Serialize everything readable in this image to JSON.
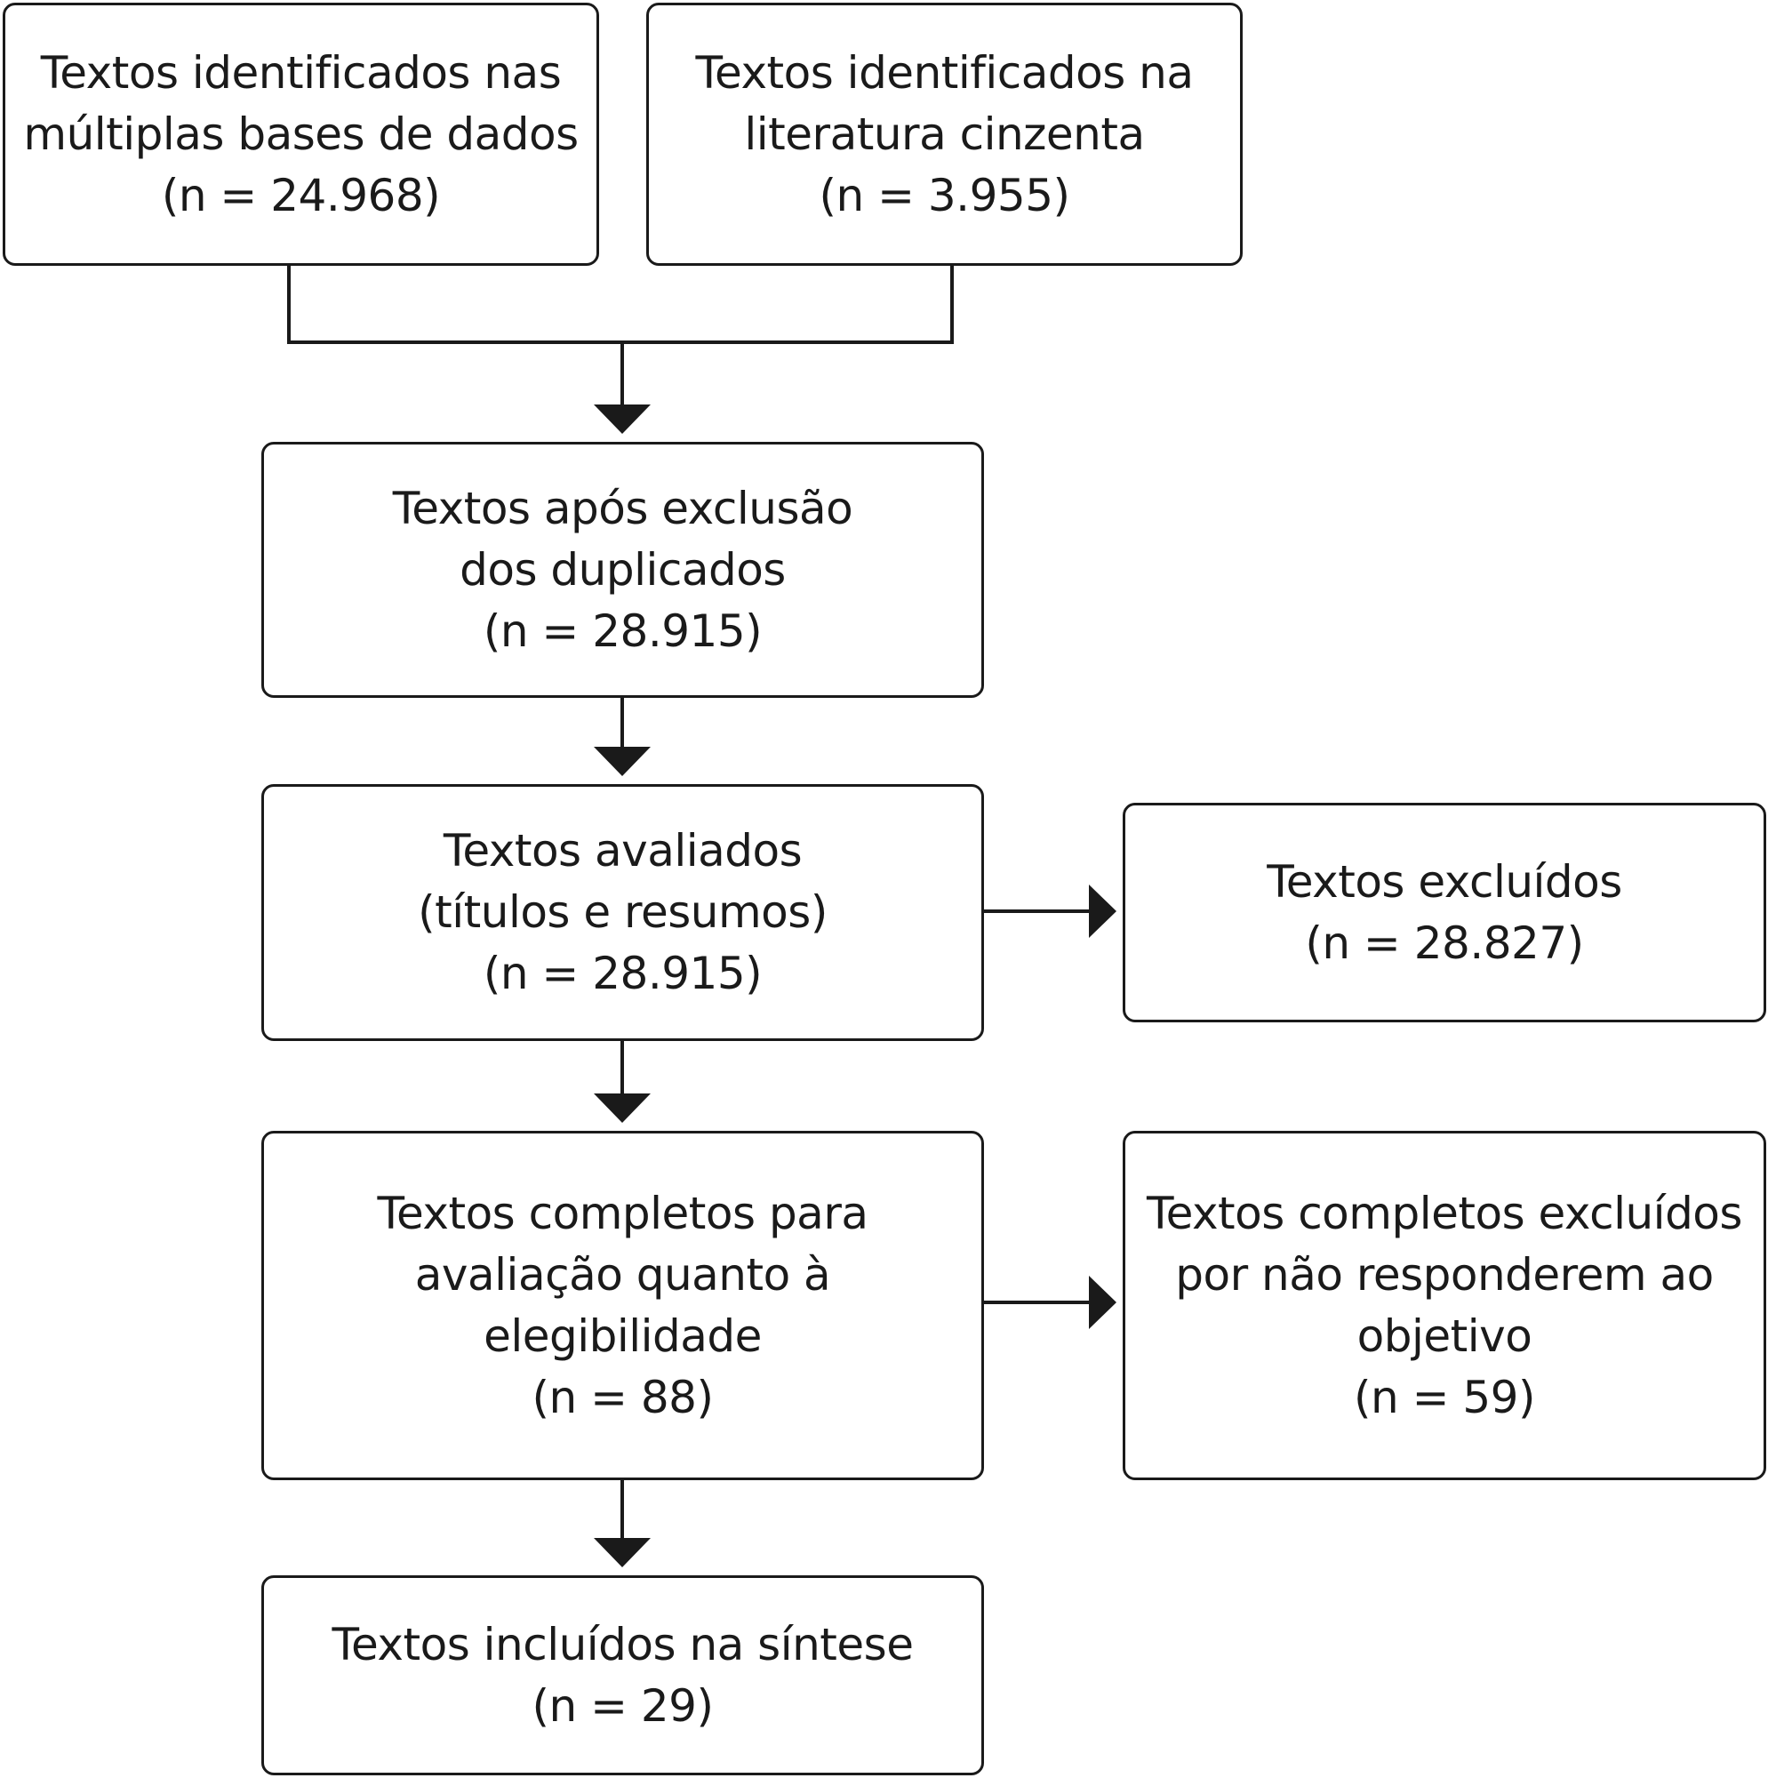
{
  "flow_boxes": {
    "sources_db": {
      "lines": [
        "Textos identificados nas",
        "múltiplas bases de dados",
        "(n = 24.968)"
      ]
    },
    "sources_grey": {
      "lines": [
        "Textos identificados na",
        "literatura cinzenta",
        "(n = 3.955)"
      ]
    },
    "dedup": {
      "lines": [
        "Textos após exclusão",
        "dos duplicados",
        "(n = 28.915)"
      ]
    },
    "screened": {
      "lines": [
        "Textos avaliados",
        "(títulos e resumos)",
        "(n = 28.915)"
      ]
    },
    "excluded": {
      "lines": [
        "Textos excluídos",
        "(n = 28.827)"
      ]
    },
    "fulltext": {
      "lines": [
        "Textos completos para",
        "avaliação quanto à",
        "elegibilidade",
        "(n = 88)"
      ]
    },
    "fulltext_excluded": {
      "lines": [
        "Textos completos excluídos",
        "por não responderem ao",
        "objetivo",
        "(n = 59)"
      ]
    },
    "included": {
      "lines": [
        "Textos incluídos na síntese",
        "(n = 29)"
      ]
    }
  },
  "colors": {
    "stroke": "#1a1a1a",
    "background": "#ffffff"
  }
}
